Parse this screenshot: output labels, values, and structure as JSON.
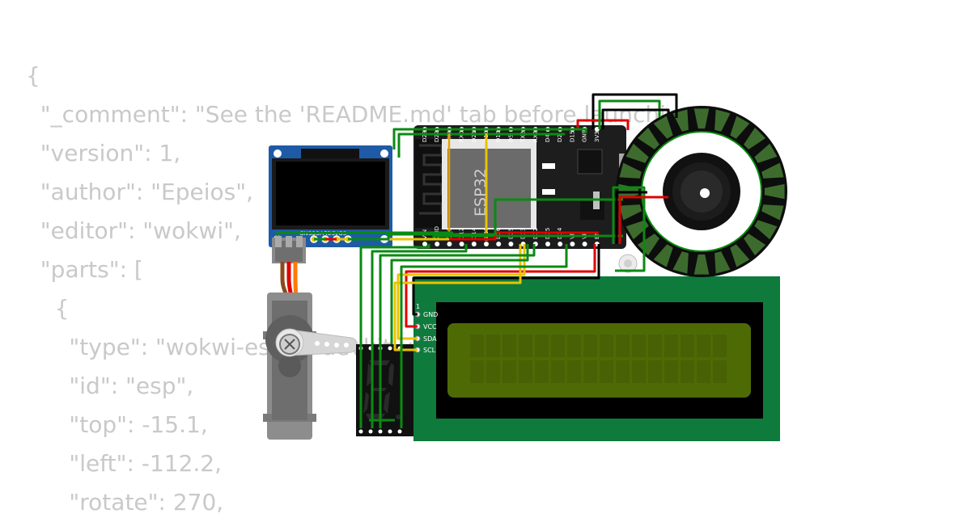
{
  "code_lines": [
    "{",
    "  \"_comment\": \"See the 'README.md' tab before launching.\",",
    "  \"version\": 1,",
    "  \"author\": \"Epeios\",",
    "  \"editor\": \"wokwi\",",
    "  \"parts\": [",
    "    {",
    "      \"type\": \"wokwi-esp32-devkit-v1\",",
    "      \"id\": \"esp\",",
    "      \"top\": -15.1,",
    "      \"left\": -112.2,",
    "      \"rotate\": 270,"
  ],
  "esp32": {
    "chip_label": "ESP32",
    "top_pins": [
      "D23",
      "D22",
      "TX0",
      "RX0",
      "D21",
      "D19",
      "D18",
      "D5",
      "TX2",
      "RX2",
      "D4",
      "D2",
      "D15",
      "GND",
      "3V3"
    ],
    "bottom_pins": [
      "VIN",
      "GND",
      "D13",
      "D12",
      "D14",
      "D27",
      "D26",
      "D25",
      "D33",
      "D32",
      "D35",
      "D34",
      "VN",
      "VP",
      "EN"
    ]
  },
  "oled": {
    "pin_labels": [
      "GND",
      "VCC",
      "SCL",
      "SDA"
    ]
  },
  "lcd": {
    "marker": "1",
    "pin_labels": [
      "GND",
      "VCC",
      "SDA",
      "SCL"
    ]
  },
  "colors": {
    "board_blue": "#1f5aa6",
    "esp_board": "#1d1d1d",
    "lcd_pcb": "#0e7a3c",
    "lcd_screen": "#4e6a05",
    "wire_green": "#0a8a12",
    "wire_red": "#e00000",
    "wire_yellow": "#e8c400",
    "wire_black": "#000000",
    "ring_green": "#3d6b2e"
  }
}
